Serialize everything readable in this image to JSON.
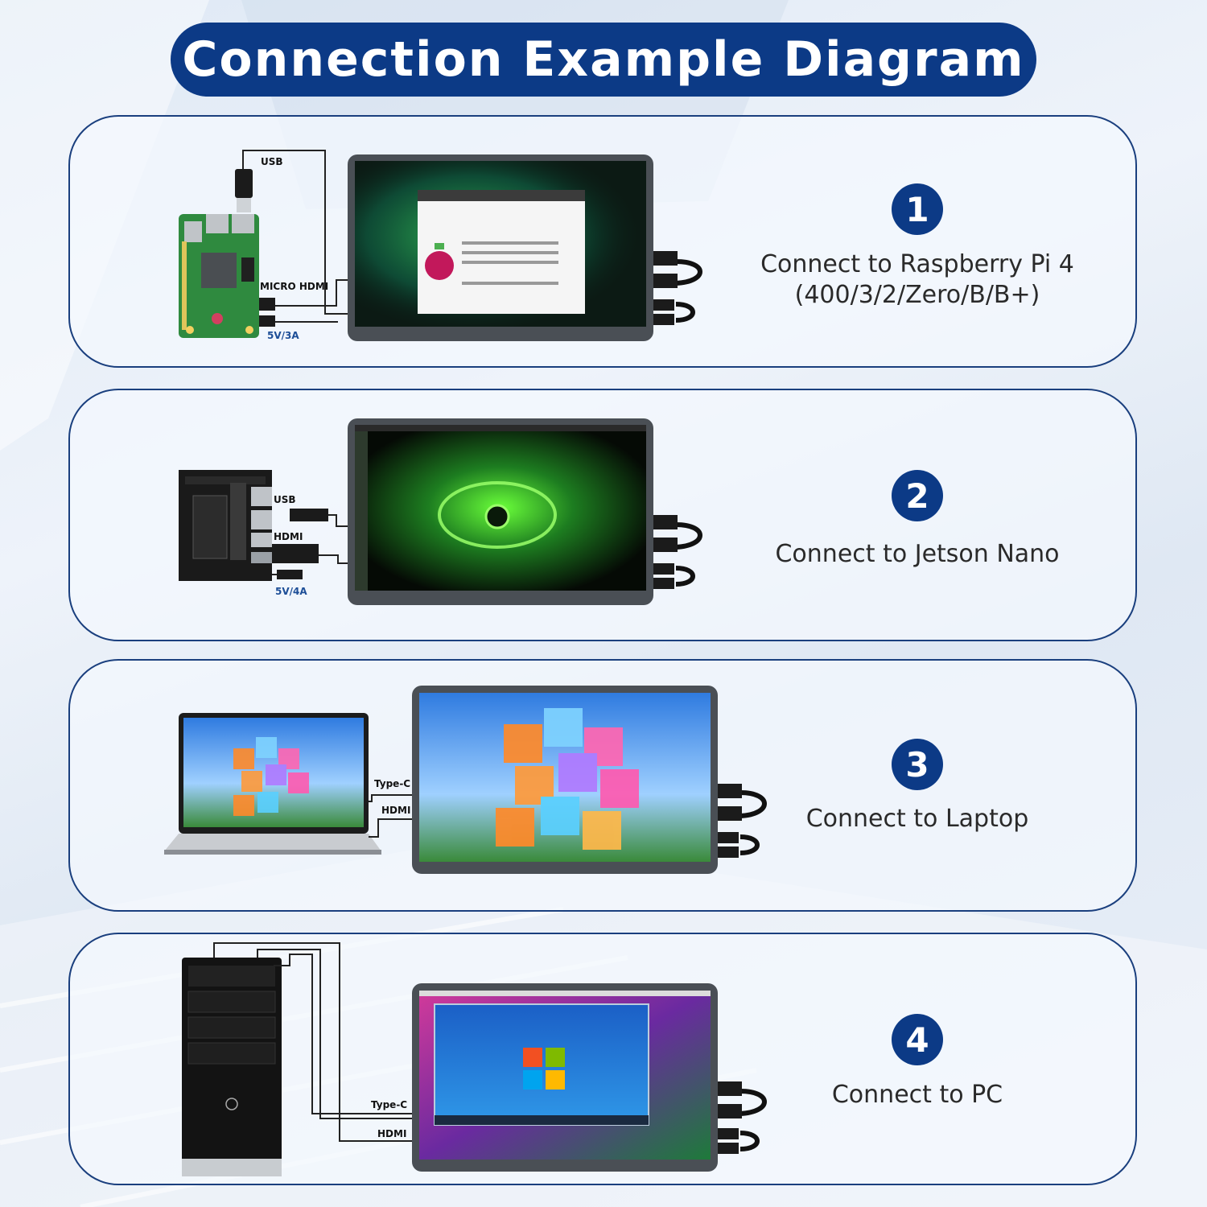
{
  "title": "Connection Example Diagram",
  "colors": {
    "accent": "#0c3a86",
    "panel_border": "#1a3f7e",
    "text": "#2a2a2a"
  },
  "panels": [
    {
      "number": "1",
      "caption_lines": [
        "Connect to Raspberry Pi 4",
        "(400/3/2/Zero/B/B+)"
      ],
      "device": "raspberry-pi-board",
      "labels": {
        "usb": "USB",
        "micro_hdmi": "MICRO HDMI",
        "power": "5V/3A"
      }
    },
    {
      "number": "2",
      "caption_lines": [
        "Connect to Jetson Nano"
      ],
      "device": "jetson-nano-board",
      "labels": {
        "usb": "USB",
        "hdmi": "HDMI",
        "power": "5V/4A"
      }
    },
    {
      "number": "3",
      "caption_lines": [
        "Connect to Laptop"
      ],
      "device": "laptop",
      "labels": {
        "typec": "Type-C",
        "hdmi": "HDMI"
      }
    },
    {
      "number": "4",
      "caption_lines": [
        "Connect to PC"
      ],
      "device": "pc-tower",
      "labels": {
        "typec": "Type-C",
        "hdmi": "HDMI"
      }
    }
  ]
}
